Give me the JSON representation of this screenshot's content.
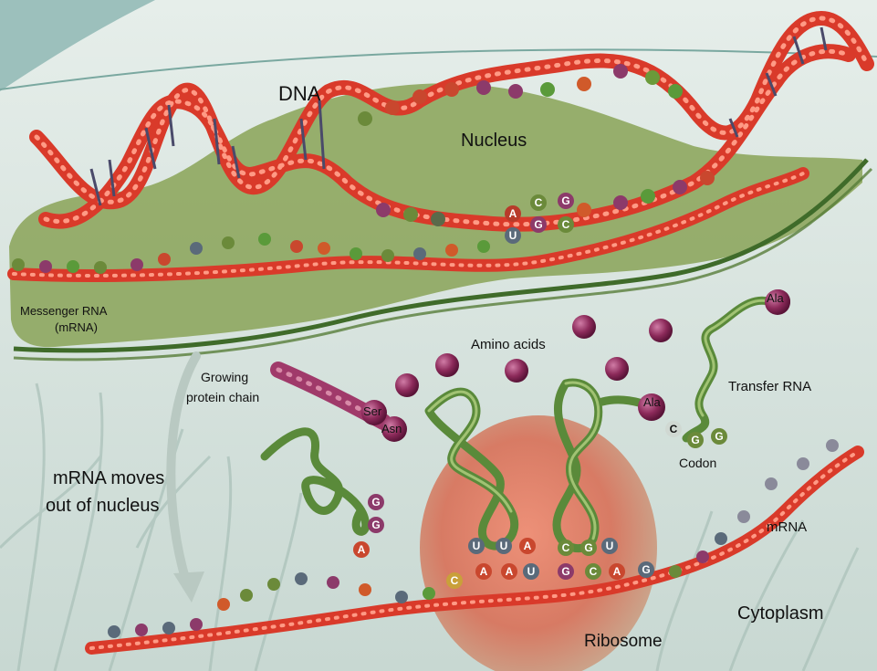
{
  "labels": {
    "dna": "DNA",
    "nucleus": "Nucleus",
    "messenger_rna_line1": "Messenger RNA",
    "messenger_rna_line2": "(mRNA)",
    "amino_acids": "Amino acids",
    "growing_chain_line1": "Growing",
    "growing_chain_line2": "protein chain",
    "transfer_rna": "Transfer RNA",
    "codon": "Codon",
    "mrna_moves_line1": "mRNA moves",
    "mrna_moves_line2": "out of nucleus",
    "mrna": "mRNA",
    "cytoplasm": "Cytoplasm",
    "ribosome": "Ribosome"
  },
  "dna_bases": {
    "top": [
      "A",
      "C",
      "G"
    ],
    "bottom": [
      "U",
      "G",
      "C"
    ]
  },
  "amino_acid_labels": {
    "ser": "Ser",
    "asn": "Asn",
    "ala_center": "Ala",
    "ala_top": "Ala"
  },
  "codon_bases": [
    "C",
    "G",
    "G"
  ],
  "left_trna_bases": [
    "G",
    "G",
    "A"
  ],
  "ribosome_anticodons": [
    "U",
    "U",
    "A",
    "C",
    "G",
    "U"
  ],
  "ribosome_codons": [
    "C",
    "A",
    "A",
    "U",
    "G",
    "C",
    "A",
    "G"
  ],
  "colors": {
    "background": "#cfe0dc",
    "nucleus": "#8fa862",
    "backbone": "#d93a2a",
    "ribosome": "#d8725a",
    "trna": "#5a8a3a"
  }
}
